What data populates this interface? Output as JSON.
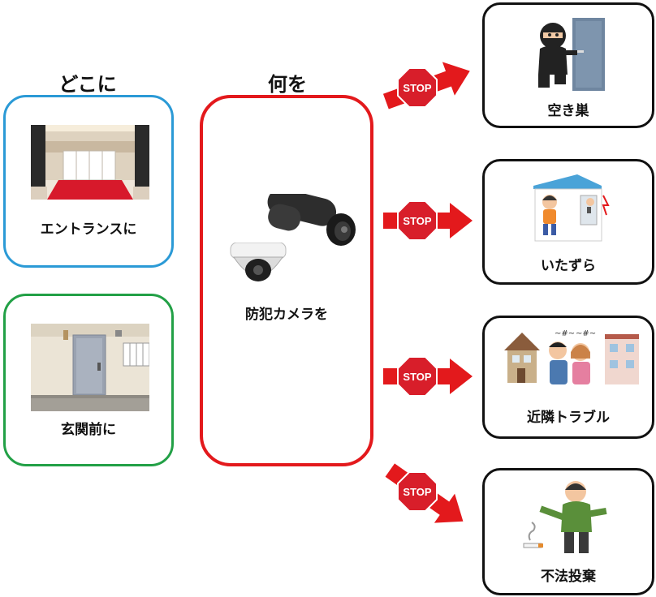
{
  "headings": {
    "where": "どこに",
    "what": "何を"
  },
  "locations": [
    {
      "label": "エントランスに",
      "border_color": "#2b9ad6"
    },
    {
      "label": "玄関前に",
      "border_color": "#22a046"
    }
  ],
  "center": {
    "label": "防犯カメラを",
    "border_color": "#e3191c"
  },
  "stop_sign": {
    "text": "STOP",
    "color": "#d81e2a"
  },
  "outcomes": [
    {
      "label": "空き巣"
    },
    {
      "label": "いたずら"
    },
    {
      "label": "近隣トラブル"
    },
    {
      "label": "不法投棄"
    }
  ]
}
